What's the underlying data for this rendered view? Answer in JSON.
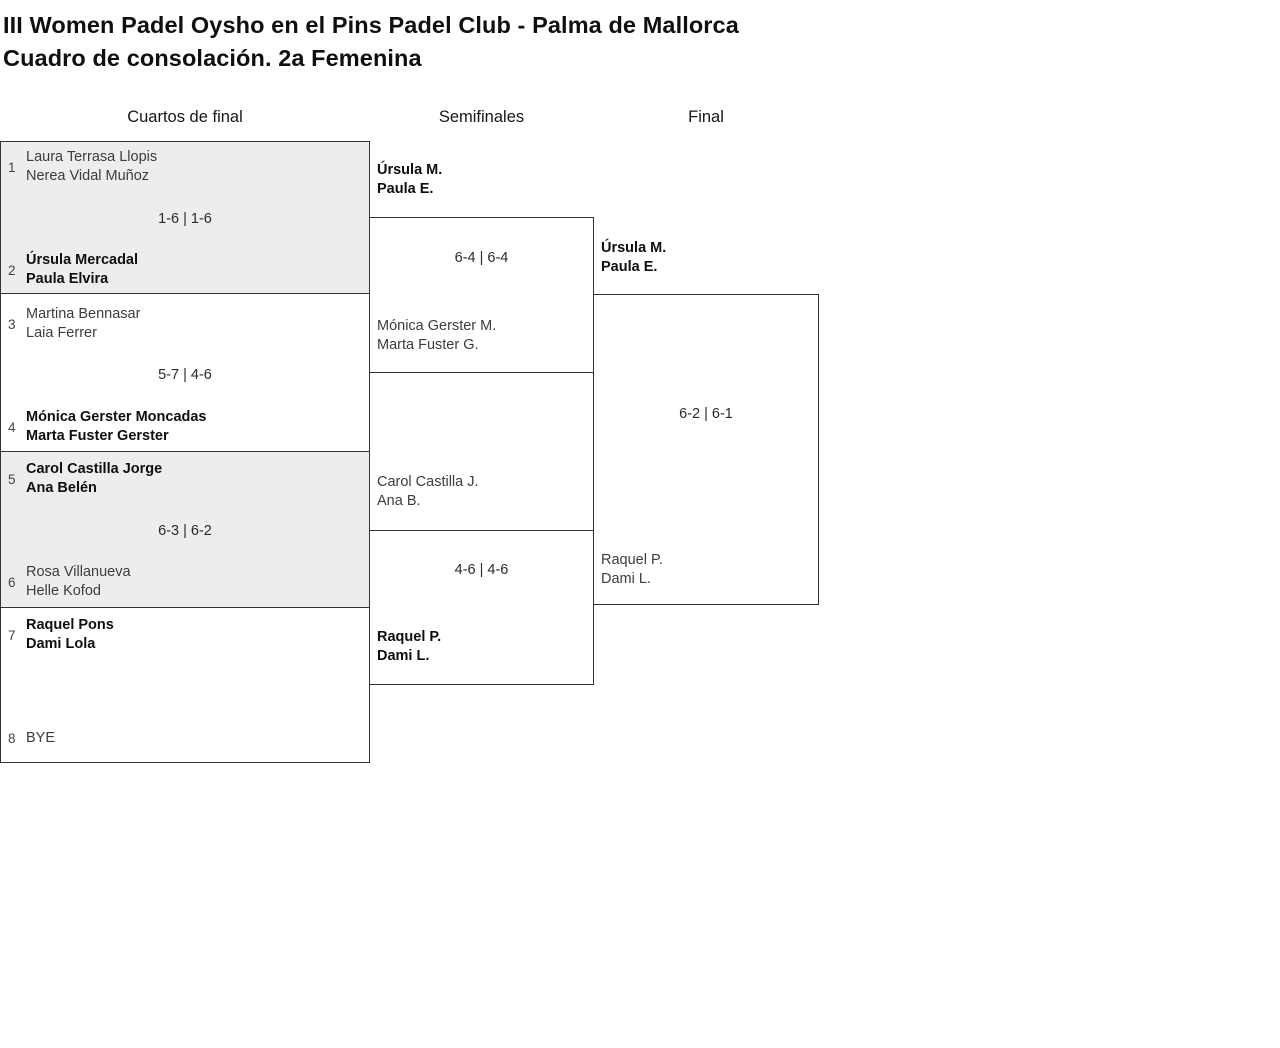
{
  "title": {
    "line1": "III Women Padel Oysho en el Pins Padel Club - Palma de Mallorca",
    "line2": "Cuadro de consolación. 2a Femenina"
  },
  "round_headers": {
    "quarterfinals": "Cuartos de final",
    "semifinals": "Semifinales",
    "final": "Final"
  },
  "colors": {
    "match_shaded_bg": "#ededed",
    "border": "#333333",
    "winner_text": "#0f0f0f",
    "loser_text": "#3d3d3d",
    "seed_text": "#444444"
  },
  "bracket": {
    "quarterfinals": [
      {
        "team1": {
          "seed": "1",
          "line1": "Laura Terrasa Llopis",
          "line2": "Nerea Vidal Muñoz",
          "winner": false
        },
        "score": "1-6 | 1-6",
        "team2": {
          "seed": "2",
          "line1": "Úrsula Mercadal",
          "line2": "Paula Elvira",
          "winner": true
        }
      },
      {
        "team1": {
          "seed": "3",
          "line1": "Martina Bennasar",
          "line2": "Laia Ferrer",
          "winner": false
        },
        "score": "5-7 | 4-6",
        "team2": {
          "seed": "4",
          "line1": "Mónica Gerster Moncadas",
          "line2": "Marta Fuster Gerster",
          "winner": true
        }
      },
      {
        "team1": {
          "seed": "5",
          "line1": "Carol Castilla Jorge",
          "line2": "Ana Belén",
          "winner": true
        },
        "score": "6-3 | 6-2",
        "team2": {
          "seed": "6",
          "line1": "Rosa Villanueva",
          "line2": "Helle Kofod",
          "winner": false
        }
      },
      {
        "team1": {
          "seed": "7",
          "line1": "Raquel Pons",
          "line2": "Dami Lola",
          "winner": true
        },
        "score": "",
        "team2": {
          "seed": "8",
          "line1": "BYE",
          "line2": "",
          "winner": false
        }
      }
    ],
    "semifinals": [
      {
        "team1": {
          "line1": "Úrsula M.",
          "line2": "Paula E.",
          "winner": true
        },
        "score": "6-4 | 6-4",
        "team2": {
          "line1": "Mónica Gerster M.",
          "line2": "Marta Fuster G.",
          "winner": false
        }
      },
      {
        "team1": {
          "line1": "Carol Castilla J.",
          "line2": "Ana B.",
          "winner": false
        },
        "score": "4-6 | 4-6",
        "team2": {
          "line1": "Raquel P.",
          "line2": "Dami L.",
          "winner": true
        }
      }
    ],
    "final": {
      "team1": {
        "line1": "Úrsula M.",
        "line2": "Paula E.",
        "winner": true
      },
      "score": "6-2 | 6-1",
      "team2": {
        "line1": "Raquel P.",
        "line2": "Dami L.",
        "winner": false
      }
    }
  }
}
